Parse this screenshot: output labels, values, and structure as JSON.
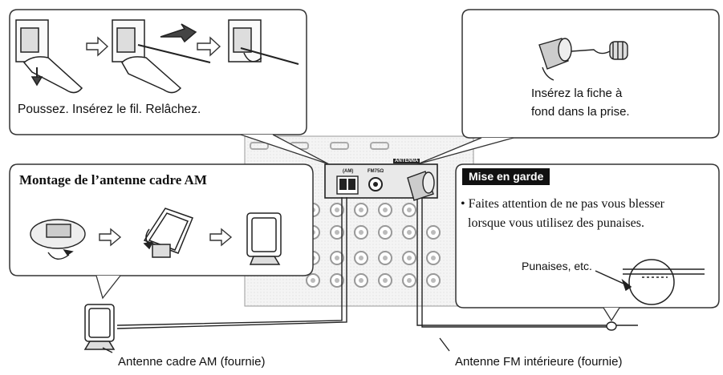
{
  "steps_box": {
    "caption": "Poussez. Insérez le fil. Relâchez."
  },
  "fm_plug_box": {
    "line1": "Insérez la fiche à",
    "line2": "fond dans la prise."
  },
  "am_assembly_box": {
    "title": "Montage de l’antenne cadre AM"
  },
  "caution_box": {
    "title": "Mise en garde",
    "line1": "• Faites attention de ne pas vous blesser",
    "line2": "lorsque vous utilisez des punaises.",
    "pins_label": "Punaises, etc."
  },
  "panel": {
    "am_label": "(AM)",
    "fm_label": "FM75Ω",
    "antenna_label": "ANTENNA"
  },
  "captions": {
    "am_antenna": "Antenne cadre AM (fournie)",
    "fm_antenna": "Antenne FM intérieure (fournie)"
  },
  "icons": [
    "finger-push-icon",
    "arrow-right-icon",
    "wire-insert-icon",
    "terminal-release-icon",
    "fm-plug-icon",
    "am-loop-antenna-icon",
    "thumbtack-icon",
    "rear-panel-jacks-icon"
  ],
  "colors": {
    "line": "#222222",
    "panel": "#f2f2f2",
    "caution_header": "#111111"
  }
}
